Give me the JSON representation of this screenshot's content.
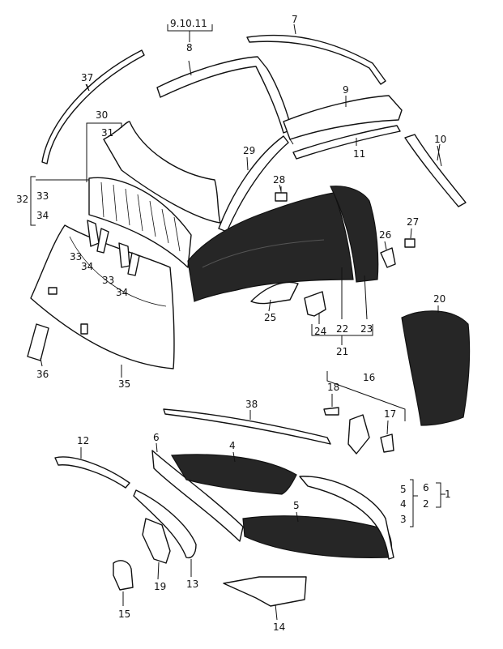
{
  "labels": {
    "l1": "1",
    "l2": "2",
    "l3": "3",
    "l4a": "4",
    "l4b": "4",
    "l5a": "5",
    "l5b": "5",
    "l6a": "6",
    "l6b": "6",
    "l7": "7",
    "l8": "8",
    "l9": "9",
    "l910": "9.10.11",
    "l10": "10",
    "l11": "11",
    "l12": "12",
    "l13": "13",
    "l14": "14",
    "l15": "15",
    "l16": "16",
    "l17": "17",
    "l18": "18",
    "l19": "19",
    "l20": "20",
    "l21": "21",
    "l22": "22",
    "l23": "23",
    "l24": "24",
    "l25": "25",
    "l26": "26",
    "l27": "27",
    "l28": "28",
    "l29": "29",
    "l30": "30",
    "l31": "31",
    "l32": "32",
    "l33a": "33",
    "l33b": "33",
    "l33c": "33",
    "l34a": "34",
    "l34b": "34",
    "l34c": "34",
    "l35": "35",
    "l36": "36",
    "l37": "37",
    "l38": "38"
  }
}
